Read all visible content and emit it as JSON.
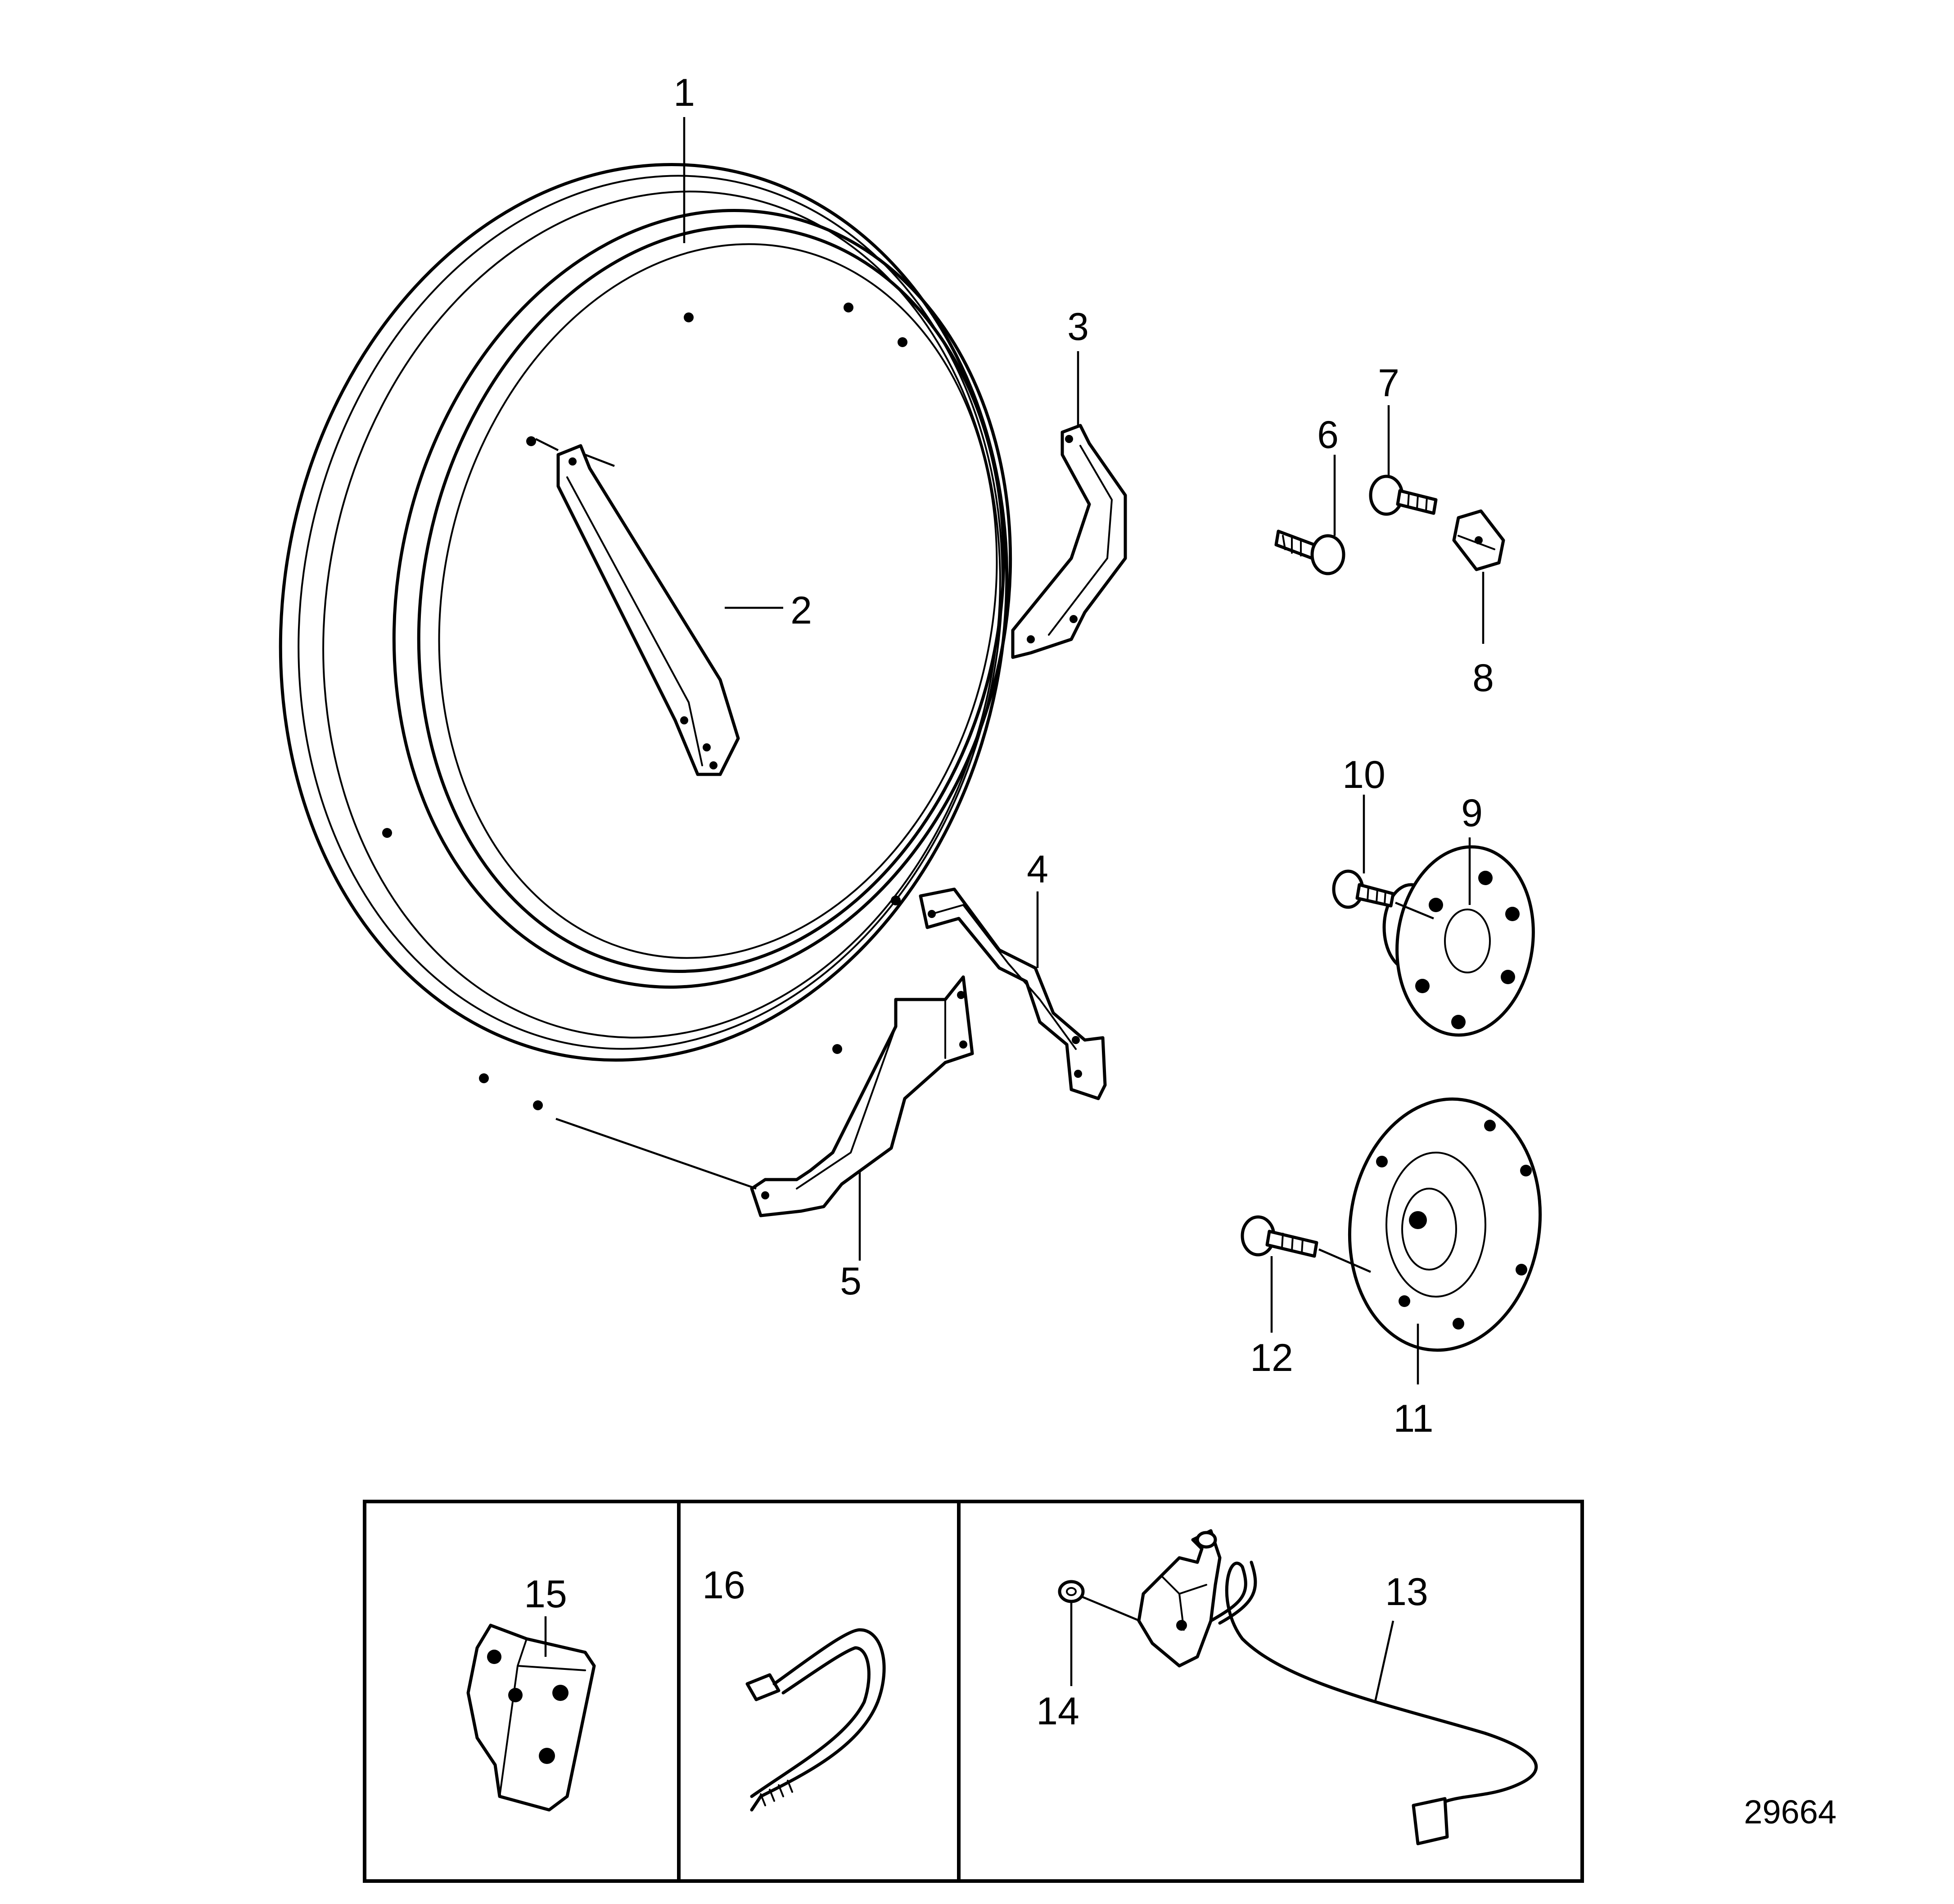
{
  "diagram": {
    "drawing_number": "29664",
    "callouts": {
      "c1": "1",
      "c2": "2",
      "c3": "3",
      "c4": "4",
      "c5": "5",
      "c6": "6",
      "c7": "7",
      "c8": "8",
      "c9": "9",
      "c10": "10",
      "c11": "11",
      "c12": "12",
      "c13": "13",
      "c14": "14",
      "c15": "15",
      "c16": "16"
    }
  }
}
